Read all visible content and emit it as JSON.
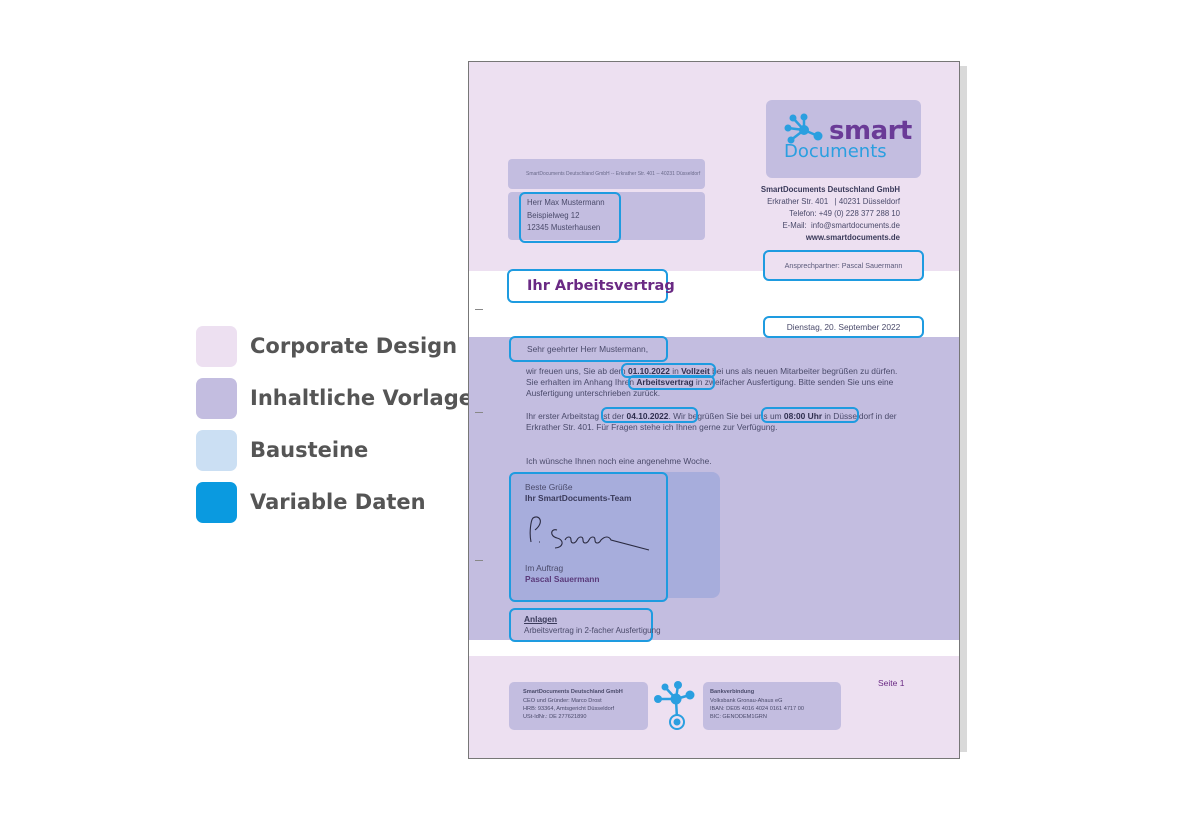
{
  "legend": [
    {
      "label": "Corporate Design",
      "color": "#ede0f1"
    },
    {
      "label": "Inhaltliche Vorlage",
      "color": "#c3bde0"
    },
    {
      "label": "Bausteine",
      "color": "#cbdff3"
    },
    {
      "label": "Variable Daten",
      "color": "#0a9ae0"
    }
  ],
  "letter": {
    "logo": {
      "line1": "smart",
      "line2": "Documents"
    },
    "sender_line": "SmartDocuments Deutschland GmbH -- Erkrather Str. 401 -- 40231 Düsseldorf",
    "recipient": {
      "name": "Herr Max Mustermann",
      "street": "Beispielweg 12",
      "city": "12345 Musterhausen"
    },
    "company": {
      "name": "SmartDocuments Deutschland GmbH",
      "address": "Erkrather Str. 401   | 40231 Düsseldorf",
      "phone": "Telefon: +49 (0) 228 377 288 10",
      "email": "E-Mail:  info@smartdocuments.de",
      "web": "www.smartdocuments.de"
    },
    "contact": "Ansprechpartner: Pascal Sauermann",
    "subject": "Ihr Arbeitsvertrag",
    "date": "Dienstag, 20. September 2022",
    "salutation": "Sehr geehrter Herr Mustermann,",
    "p1": {
      "a": "wir freuen uns, Sie ab dem ",
      "date": "01.10.2022",
      "b": " in ",
      "mode": "Vollzeit",
      "c": " bei uns als neuen Mitarbeiter begrüßen zu dürfen.",
      "line2a": "Sie erhalten im Anhang Ihren ",
      "doc": "Arbeitsvertrag",
      "line2b": " in zweifacher Ausfertigung. Bitte senden Sie uns eine",
      "line3": "Ausfertigung unterschrieben zurück."
    },
    "p2": {
      "a": "Ihr erster Arbeitstag ist der ",
      "date": "04.10.2022",
      "b": ". Wir begrüßen Sie bei uns um ",
      "time": "08:00 Uhr",
      "c": " in Düsseldorf in der",
      "line2": "Erkrather Str. 401. Für Fragen stehe ich Ihnen gerne zur Verfügung."
    },
    "closing_wish": "Ich wünsche Ihnen noch eine angenehme Woche.",
    "signature": {
      "greeting": "Beste Grüße",
      "team": "Ihr SmartDocuments-Team",
      "on_behalf": "Im Auftrag",
      "name": "Pascal Sauermann"
    },
    "attachments": {
      "title": "Anlagen",
      "item": "Arbeitsvertrag in 2-facher Ausfertigung"
    },
    "footer": {
      "company": {
        "name": "SmartDocuments Deutschland GmbH",
        "ceo": "CEO und Gründer: Marco Drost",
        "hrb": "HRB: 93364, Amtsgericht Düsseldorf",
        "ust": "USt-IdNr.: DE 277621890"
      },
      "bank": {
        "title": "Bankverbindung",
        "bank": "Volksbank Gronau-Ahaus eG",
        "iban": "IBAN: DE05 4016 4024 0161 4717 00",
        "bic": "BIC: GENODEM1GRN"
      },
      "page": "Seite 1"
    }
  }
}
